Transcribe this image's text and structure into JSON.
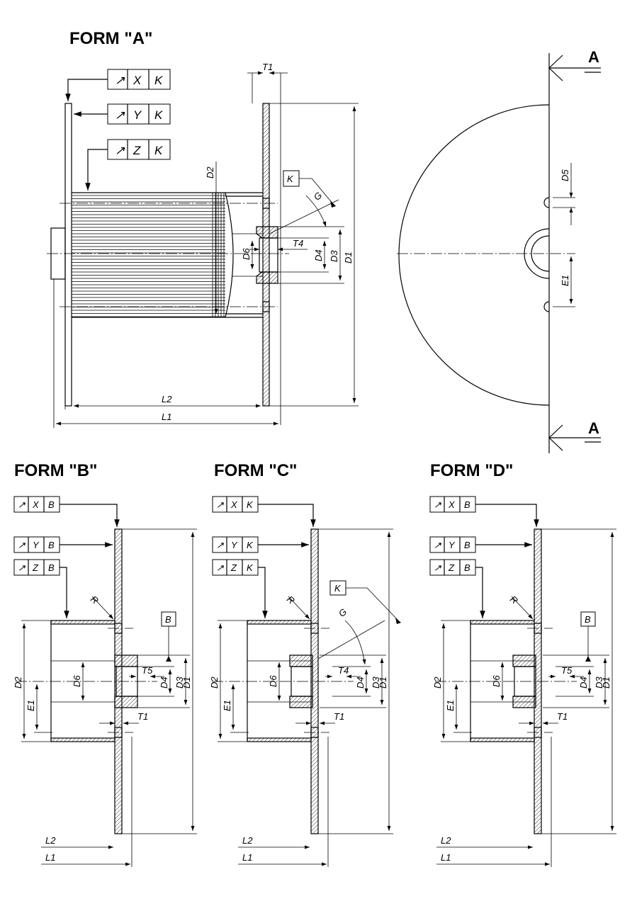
{
  "forms": [
    {
      "key": "A",
      "title": "FORM \"A\""
    },
    {
      "key": "B",
      "title": "FORM \"B\""
    },
    {
      "key": "C",
      "title": "FORM \"C\""
    },
    {
      "key": "D",
      "title": "FORM \"D\""
    }
  ],
  "section_mark": "A",
  "frames": {
    "form_a": [
      [
        "X",
        "K"
      ],
      [
        "Y",
        "K"
      ],
      [
        "Z",
        "K"
      ]
    ],
    "form_b": [
      [
        "X",
        "B"
      ],
      [
        "Y",
        "B"
      ],
      [
        "Z",
        "B"
      ]
    ],
    "form_c": [
      [
        "X",
        "K"
      ],
      [
        "Y",
        "K"
      ],
      [
        "Z",
        "K"
      ]
    ],
    "form_d": [
      [
        "X",
        "B"
      ],
      [
        "Y",
        "B"
      ],
      [
        "Z",
        "B"
      ]
    ]
  },
  "datum": {
    "k": "K",
    "b": "B"
  },
  "dims": {
    "T1": "T1",
    "T4": "T4",
    "T5": "T5",
    "D1": "D1",
    "D2": "D2",
    "D3": "D3",
    "D4": "D4",
    "D5": "D5",
    "D6": "D6",
    "E1": "E1",
    "L1": "L1",
    "L2": "L2",
    "G": "G",
    "R": "R"
  }
}
